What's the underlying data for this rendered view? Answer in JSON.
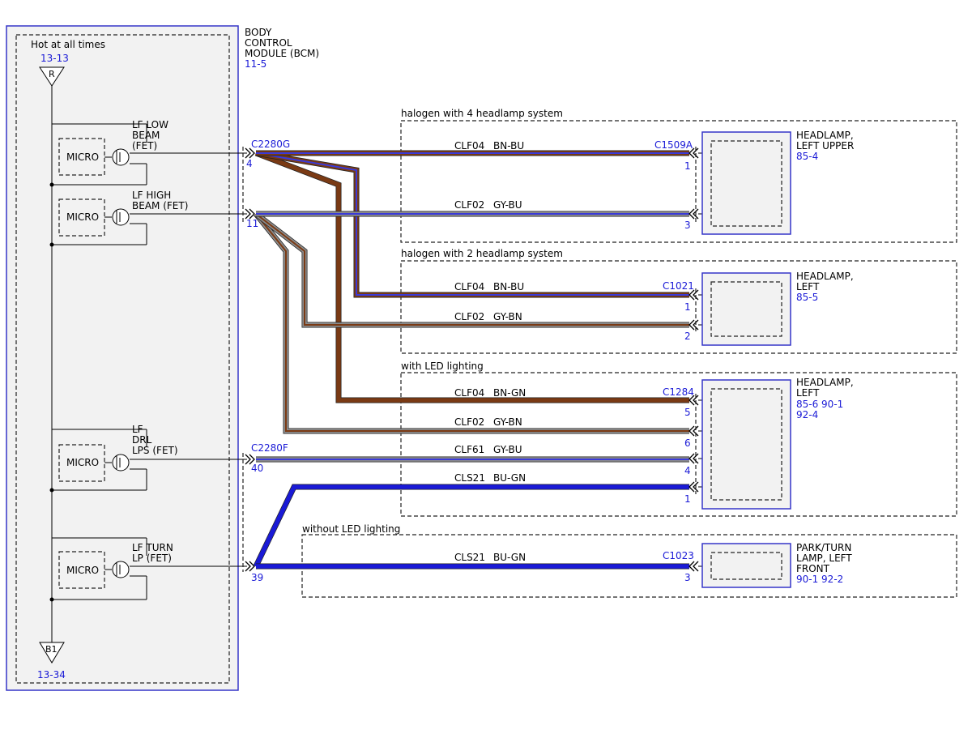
{
  "bcm": {
    "title_lines": [
      "BODY",
      "CONTROL",
      "MODULE (BCM)"
    ],
    "ref": "11-5",
    "hot_label": "Hot at all times",
    "top_ref": "13-13",
    "top_pin": "R",
    "bottom_pin": "B1",
    "bottom_ref": "13-34",
    "micro_label": "MICRO",
    "drivers": [
      {
        "lines": [
          "LF LOW",
          "BEAM",
          "(FET)"
        ]
      },
      {
        "lines": [
          "LF HIGH",
          "BEAM (FET)"
        ]
      },
      {
        "lines": [
          "LF",
          "DRL",
          "LPS (FET)"
        ]
      },
      {
        "lines": [
          "LF TURN",
          "LP (FET)"
        ]
      }
    ]
  },
  "bcm_connectors": [
    {
      "name": "C2280G",
      "pins": [
        "4",
        "11"
      ]
    },
    {
      "name": "C2280F",
      "pins": [
        "40",
        "39"
      ]
    }
  ],
  "groups": [
    {
      "label": "halogen with 4 headlamp system"
    },
    {
      "label": "halogen with 2 headlamp system"
    },
    {
      "label": "with LED lighting"
    },
    {
      "label": "without LED lighting"
    }
  ],
  "wires": [
    {
      "circuit": "CLF04",
      "color_code": "BN-BU",
      "colors": [
        "#7a3a14",
        "#3a3ad8"
      ]
    },
    {
      "circuit": "CLF02",
      "color_code": "GY-BU",
      "colors": [
        "#8c8c8c",
        "#3a3ad8"
      ]
    },
    {
      "circuit": "CLF04",
      "color_code": "BN-BU",
      "colors": [
        "#7a3a14",
        "#3a3ad8"
      ]
    },
    {
      "circuit": "CLF02",
      "color_code": "GY-BN",
      "colors": [
        "#8c8c8c",
        "#7a3a14"
      ]
    },
    {
      "circuit": "CLF04",
      "color_code": "BN-GN",
      "colors": [
        "#7a3a14",
        "#7a3a14"
      ]
    },
    {
      "circuit": "CLF02",
      "color_code": "GY-BN",
      "colors": [
        "#8c8c8c",
        "#7a3a14"
      ]
    },
    {
      "circuit": "CLF61",
      "color_code": "GY-BU",
      "colors": [
        "#8c8c8c",
        "#3a3ad8"
      ]
    },
    {
      "circuit": "CLS21",
      "color_code": "BU-GN",
      "colors": [
        "#1a1ad6",
        "#1a1ad6"
      ]
    },
    {
      "circuit": "CLS21",
      "color_code": "BU-GN",
      "colors": [
        "#1a1ad6",
        "#1a1ad6"
      ]
    }
  ],
  "lamp_connectors": [
    {
      "name": "C1509A",
      "pins": [
        "1",
        "3"
      ]
    },
    {
      "name": "C1021",
      "pins": [
        "1",
        "2"
      ]
    },
    {
      "name": "C1284",
      "pins": [
        "5",
        "6",
        "4",
        "1"
      ]
    },
    {
      "name": "C1023",
      "pins": [
        "3"
      ]
    }
  ],
  "components": [
    {
      "lines": [
        "HEADLAMP,",
        "LEFT UPPER"
      ],
      "refs": [
        "85-4"
      ]
    },
    {
      "lines": [
        "HEADLAMP,",
        "LEFT"
      ],
      "refs": [
        "85-5"
      ]
    },
    {
      "lines": [
        "HEADLAMP,",
        "LEFT"
      ],
      "refs": [
        "85-6  90-1",
        "92-4"
      ]
    },
    {
      "lines": [
        "PARK/TURN",
        "LAMP, LEFT",
        "FRONT"
      ],
      "refs": [
        "90-1  92-2"
      ]
    }
  ],
  "colors": {
    "ink": "#000000",
    "ref_blue": "#1a1ad6",
    "module_fill": "#f2f2f2",
    "module_border": "#3535c8"
  }
}
